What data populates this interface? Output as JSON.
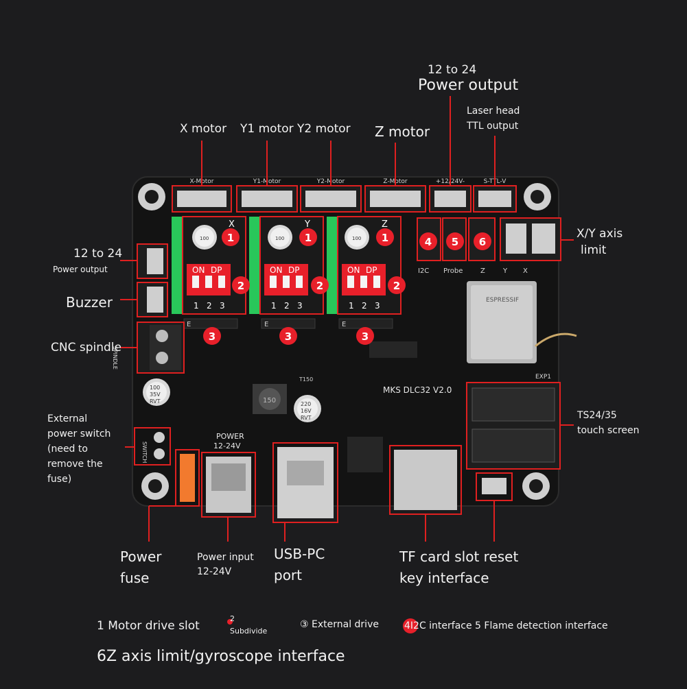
{
  "labels": {
    "x_motor": "X motor",
    "y_motors": "Y1 motor Y2 motor",
    "z_motor": "Z motor",
    "power_out_top_range": "12 to 24",
    "power_out_top": "Power output",
    "laser_head": "Laser head",
    "ttl_output": "TTL output",
    "xy_limit": "X/Y axis",
    "limit": "limit",
    "power_out_left_range": "12 to 24",
    "power_out_left": "Power output",
    "buzzer": "Buzzer",
    "cnc_spindle": "CNC spindle",
    "external_switch": "External power switch (need to remove the fuse)",
    "ts_screen_1": "TS24/35",
    "ts_screen_2": "touch screen",
    "power_fuse_1": "Power",
    "power_fuse_2": "fuse",
    "power_input_1": "Power input",
    "power_input_2": "12-24V",
    "usb_1": "USB-PC",
    "usb_2": "port",
    "tf_1": "TF card slot reset",
    "tf_2": "key interface"
  },
  "legend": {
    "item1": "1 Motor drive slot",
    "item2_num": "2",
    "item2": "Subdivide",
    "item3": "③ External drive",
    "item4": "4I2C interface 5 Flame detection interface",
    "item6": "6Z axis limit/gyroscope interface"
  },
  "board": {
    "silk": {
      "x_motor": "X-Motor",
      "y1_motor": "Y1-Motor",
      "y2_motor": "Y2-Motor",
      "z_motor": "Z-Motor",
      "pwr_header": "+12/24V-",
      "ttl_header": "S-TTL-V",
      "drv_x": "X",
      "drv_y": "Y",
      "drv_z": "Z",
      "on": "ON",
      "dp": "DP",
      "dip1": "1",
      "dip2": "2",
      "dip3": "3",
      "i2c": "I2C",
      "probe": "Probe",
      "lim_z": "Z",
      "lim_y": "Y",
      "lim_x": "X",
      "model": "MKS DLC32 V2.0",
      "esp": "ESPRESSIF",
      "exp1": "EXP1",
      "power_silk_1": "POWER",
      "power_silk_2": "12-24V",
      "spindle": "SPINDLE",
      "switch": "SWITCH",
      "cap_big_1": "100",
      "cap_big_2": "35V",
      "cap_big_3": "RVT",
      "cap_220_1": "220",
      "cap_220_2": "16V",
      "cap_220_3": "RVT",
      "inductor": "150",
      "t150": "T150",
      "e": "E"
    },
    "markers": [
      "1",
      "1",
      "1",
      "2",
      "2",
      "2",
      "3",
      "3",
      "3",
      "4",
      "5",
      "6"
    ]
  },
  "colors": {
    "callout": "#e02020",
    "marker": "#e8202a",
    "board": "#141414",
    "driver_green": "#29c75a",
    "dip_red": "#e8202a"
  }
}
